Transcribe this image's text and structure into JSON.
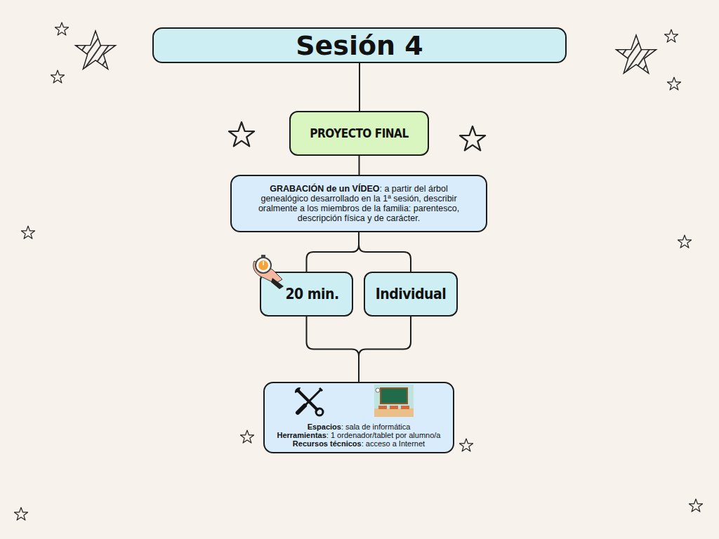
{
  "diagram": {
    "nodes": [
      {
        "text": [
          "Sesión 4"
        ]
      },
      {
        "text": [
          "PROYECTO FINAL"
        ]
      },
      {
        "text": [
          "GRABACIÓN de un VÍDEO",
          ": a partir del árbol genealógico desarrollado en la 1ª sesión, describir oralmente a los miembros de la familia: parentesco, descripción física y de carácter."
        ]
      },
      {
        "text": [
          "20 min."
        ]
      },
      {
        "text": [
          "Individual"
        ]
      },
      {
        "text": [
          "Espacios",
          ": sala de informática",
          "Herramientas",
          ": 1 ordenador/tablet por alumno/a",
          "Recursos técnicos",
          ": acceso a Internet"
        ]
      }
    ],
    "edges": [
      {
        "from": 0,
        "to": 1,
        "arrow": "none"
      },
      {
        "from": 1,
        "to": 2,
        "arrow": "none"
      },
      {
        "from": 2,
        "to": 3,
        "arrow": "none"
      },
      {
        "from": 2,
        "to": 4,
        "arrow": "none"
      },
      {
        "from": 3,
        "to": 5,
        "arrow": "none"
      },
      {
        "from": 4,
        "to": 5,
        "arrow": "none"
      }
    ]
  }
}
